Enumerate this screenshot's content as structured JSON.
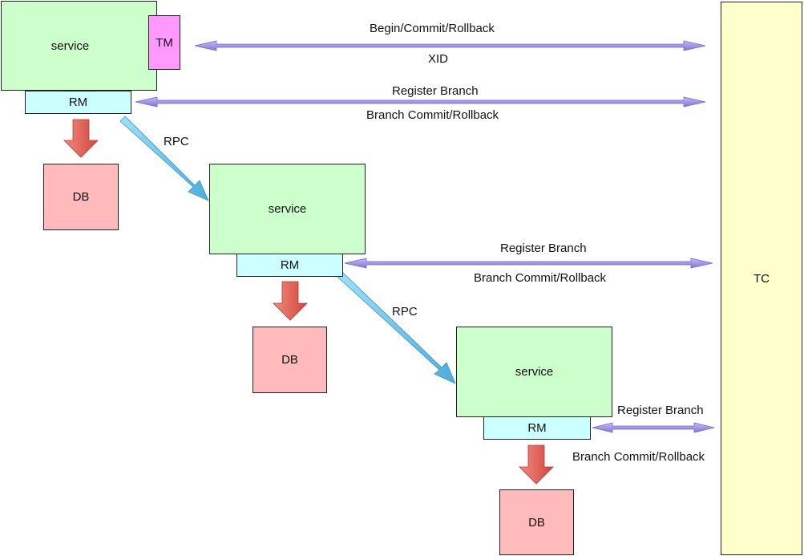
{
  "colors": {
    "service": "#ccffcc",
    "rm": "#ccffff",
    "tm": "#ff99ff",
    "db": "#ffbbbb",
    "tc": "#ffffcc",
    "purple_arrow": "#9b8ee6",
    "blue_arrow": "#6cc6ec",
    "red_arrow": "#e8645a"
  },
  "tc": {
    "label": "TC"
  },
  "tiers": [
    {
      "service_label": "service",
      "tm_label": "TM",
      "rm_label": "RM",
      "db_label": "DB",
      "tm_arrow": {
        "top_label": "Begin/Commit/Rollback",
        "bottom_label": "XID"
      },
      "rm_arrow": {
        "top_label": "Register Branch",
        "bottom_label": "Branch Commit/Rollback"
      },
      "rpc_label": "RPC"
    },
    {
      "service_label": "service",
      "rm_label": "RM",
      "db_label": "DB",
      "rm_arrow": {
        "top_label": "Register Branch",
        "bottom_label": "Branch Commit/Rollback"
      },
      "rpc_label": "RPC"
    },
    {
      "service_label": "service",
      "rm_label": "RM",
      "db_label": "DB",
      "rm_arrow": {
        "top_label": "Register Branch",
        "bottom_label": "Branch Commit/Rollback"
      }
    }
  ]
}
